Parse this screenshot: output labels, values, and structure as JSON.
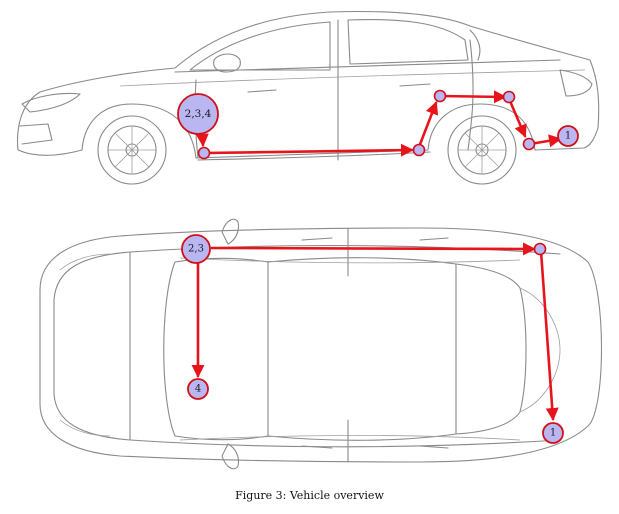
{
  "side_view": {
    "labels": {
      "start": "2,3,4",
      "end": "1"
    }
  },
  "top_view": {
    "labels": {
      "start": "2,3",
      "end_rear": "1",
      "end_left": "4"
    }
  },
  "caption": "Figure 3:  Vehicle overview"
}
